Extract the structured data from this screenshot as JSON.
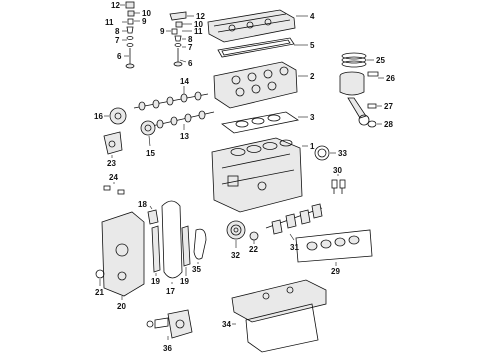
{
  "diagram": {
    "callouts": [
      "1",
      "2",
      "3",
      "4",
      "5",
      "6",
      "7",
      "8",
      "9",
      "10",
      "11",
      "12",
      "13",
      "14",
      "15",
      "16",
      "17",
      "18",
      "19",
      "20",
      "21",
      "22",
      "23",
      "24",
      "25",
      "26",
      "27",
      "28",
      "29",
      "30",
      "31",
      "32",
      "33",
      "34",
      "35",
      "36"
    ],
    "valve_train_labels": {
      "left_12": "12",
      "left_10": "10",
      "left_11": "11",
      "left_9": "9",
      "left_8": "8",
      "left_7": "7",
      "left_6": "6",
      "right_12": "12",
      "right_10": "10",
      "right_9": "9",
      "right_11": "11",
      "right_8": "8",
      "right_7": "7",
      "right_6": "6"
    },
    "engine_labels": {
      "cam_cover": "4",
      "cover_gasket": "5",
      "head": "2",
      "head_gasket": "3",
      "block": "1",
      "cam_intake": "14",
      "cam_exhaust": "13",
      "sprocket": "16",
      "pulley_15": "15",
      "oil_seal": "33",
      "crank_pulley": "32",
      "crank_key": "22",
      "crankshaft": "31",
      "bearings": "29",
      "bearing_caps": "30",
      "oil_pan": "34"
    },
    "piston_labels": {
      "rings": "25",
      "piston": "26",
      "rod": "27",
      "rod_cap": "28"
    },
    "timing_labels": {
      "cover": "20",
      "seal": "21",
      "bracket": "23",
      "clips": "24",
      "tensioner": "18",
      "guide_19a": "19",
      "guide_19b": "19",
      "chain": "17",
      "guide_35": "35"
    },
    "pump_label": "36"
  }
}
